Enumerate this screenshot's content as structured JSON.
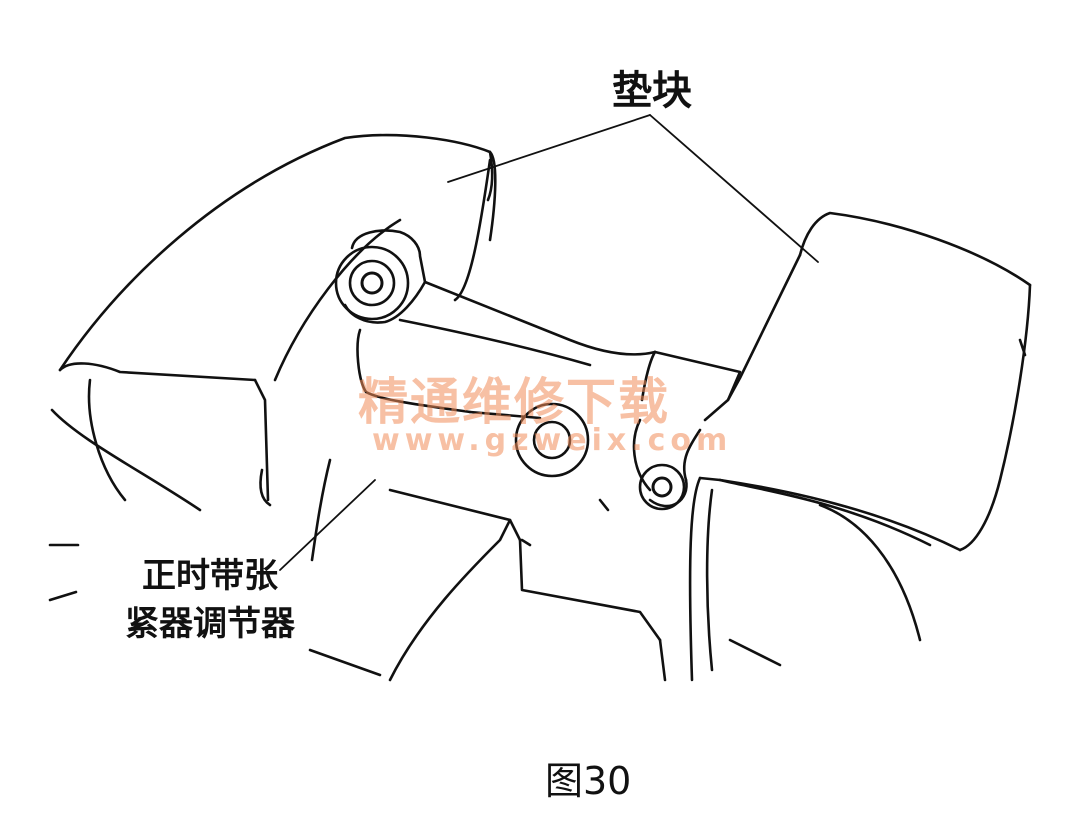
{
  "labels": {
    "pad": "垫块",
    "tensioner_line1": "正时带张",
    "tensioner_line2": "紧器调节器",
    "figure": "图30"
  },
  "watermark": {
    "text": "精通维修下载",
    "url": "www.gzweix.com"
  },
  "colors": {
    "line": "#111111",
    "watermark": "#f08c5a"
  }
}
